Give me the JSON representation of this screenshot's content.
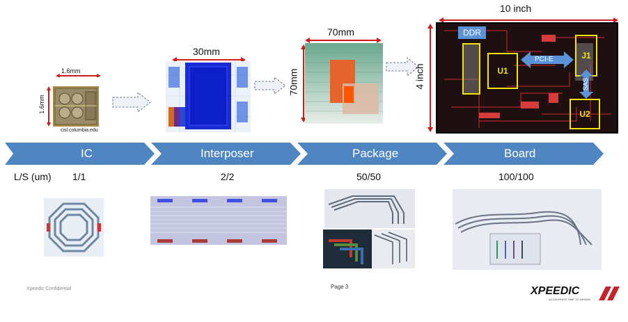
{
  "stages": [
    {
      "label": "IC",
      "ls": "1/1"
    },
    {
      "label": "Interposer",
      "ls": "2/2"
    },
    {
      "label": "Package",
      "ls": "50/50"
    },
    {
      "label": "Board",
      "ls": "100/100"
    }
  ],
  "ls_header": "L/S (um)",
  "ic": {
    "width": "1.6mm",
    "height": "1.6mm",
    "credit": "cisl.columbia.edu"
  },
  "interposer": {
    "width": "30mm"
  },
  "package": {
    "width": "70mm",
    "height": "70mm"
  },
  "board": {
    "width": "10 inch",
    "height": "4 inch",
    "ddr": "DDR",
    "u1": "U1",
    "u2": "U2",
    "j1": "J1",
    "pcie": "PCI-E",
    "sas": "SAS"
  },
  "footer": {
    "confidential": "Xpeedic Confidential",
    "page": "Page  3",
    "logo": "XPEEDIC",
    "logo_tagline": "ACCELERATE TIME TO DESIGN"
  },
  "colors": {
    "band": "#4f86c1",
    "dimension_arrow": "#d11a1a",
    "board_bg": "#1e0f10",
    "highlight": "#f3e500",
    "callout": "#5b93d6"
  }
}
